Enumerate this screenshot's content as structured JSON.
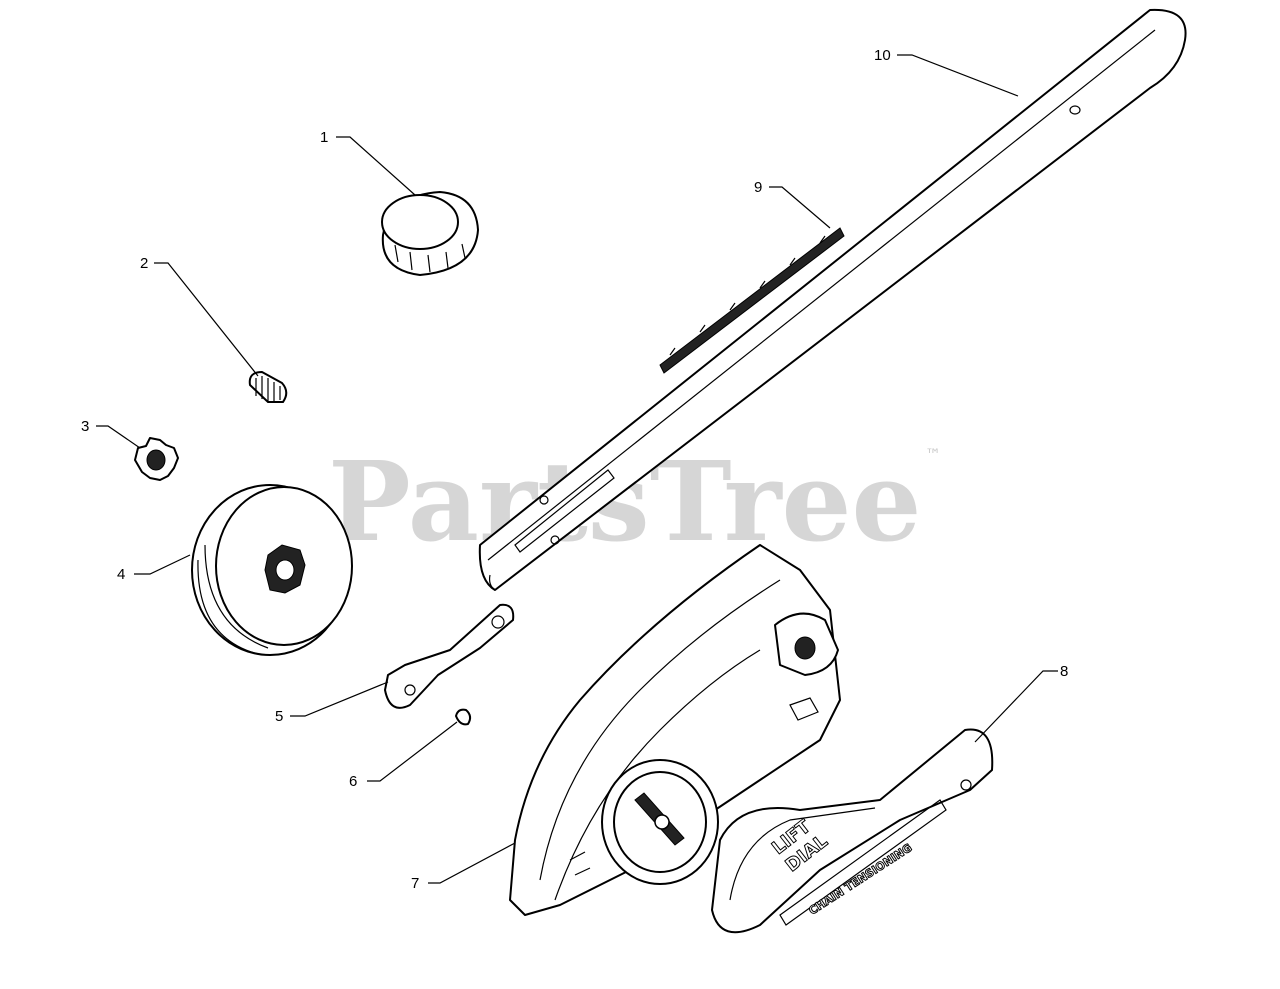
{
  "diagram": {
    "callouts": [
      {
        "id": "1",
        "part": "bar-nut-knob"
      },
      {
        "id": "2",
        "part": "spring"
      },
      {
        "id": "3",
        "part": "drive-sprocket"
      },
      {
        "id": "4",
        "part": "clutch-drum"
      },
      {
        "id": "5",
        "part": "bar-plate"
      },
      {
        "id": "6",
        "part": "e-ring"
      },
      {
        "id": "7",
        "part": "sprocket-cover"
      },
      {
        "id": "8",
        "part": "tensioner-lever"
      },
      {
        "id": "9",
        "part": "saw-chain"
      },
      {
        "id": "10",
        "part": "guide-bar"
      }
    ],
    "lever_text": {
      "line1": "LIFT",
      "line2": "DIAL",
      "line3": "CHAIN TENSIONING"
    }
  },
  "watermark": {
    "text": "PartsTree",
    "tm": "™"
  }
}
